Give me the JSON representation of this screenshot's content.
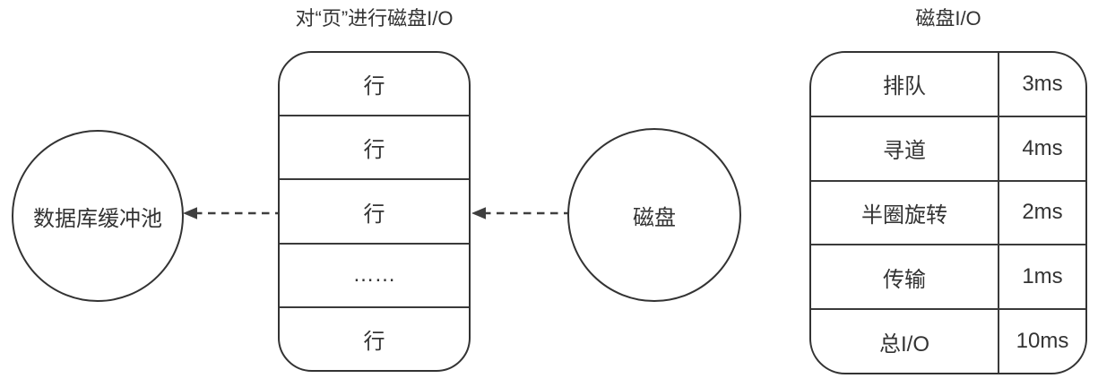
{
  "diagram": {
    "left_circle": {
      "label": "数据库缓冲池"
    },
    "page_block": {
      "title": "对“页”进行磁盘I/O",
      "rows": [
        "行",
        "行",
        "行",
        "……",
        "行"
      ]
    },
    "disk_circle": {
      "label": "磁盘"
    },
    "io_table": {
      "title": "磁盘I/O",
      "rows": [
        {
          "label": "排队",
          "value": "3ms"
        },
        {
          "label": "寻道",
          "value": "4ms"
        },
        {
          "label": "半圈旋转",
          "value": "2ms"
        },
        {
          "label": "传输",
          "value": "1ms"
        },
        {
          "label": "总I/O",
          "value": "10ms"
        }
      ]
    },
    "colors": {
      "stroke": "#333333",
      "divider": "#3a3a3a",
      "arrow": "#3f3f3f",
      "text": "#333333",
      "background": "#ffffff"
    }
  }
}
